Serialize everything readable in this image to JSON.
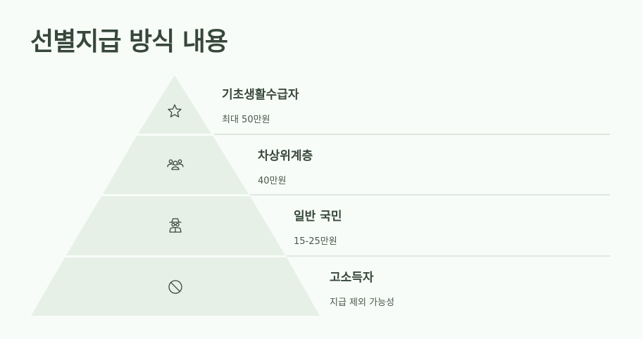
{
  "title": "선별지급 방식 내용",
  "tiers": [
    {
      "name": "기초생활수급자",
      "amount": "최대 50만원",
      "icon": "star-icon"
    },
    {
      "name": "차상위계층",
      "amount": "40만원",
      "icon": "people-icon"
    },
    {
      "name": "일반 국민",
      "amount": "15-25만원",
      "icon": "person-incognito-icon"
    },
    {
      "name": "고소득자",
      "amount": "지급 제외 가능성",
      "icon": "prohibited-icon"
    }
  ],
  "colors": {
    "background": "#f8fcf8",
    "tier_fill": "#e6f0e7",
    "text": "#37473b",
    "divider": "#dfe6e0"
  }
}
